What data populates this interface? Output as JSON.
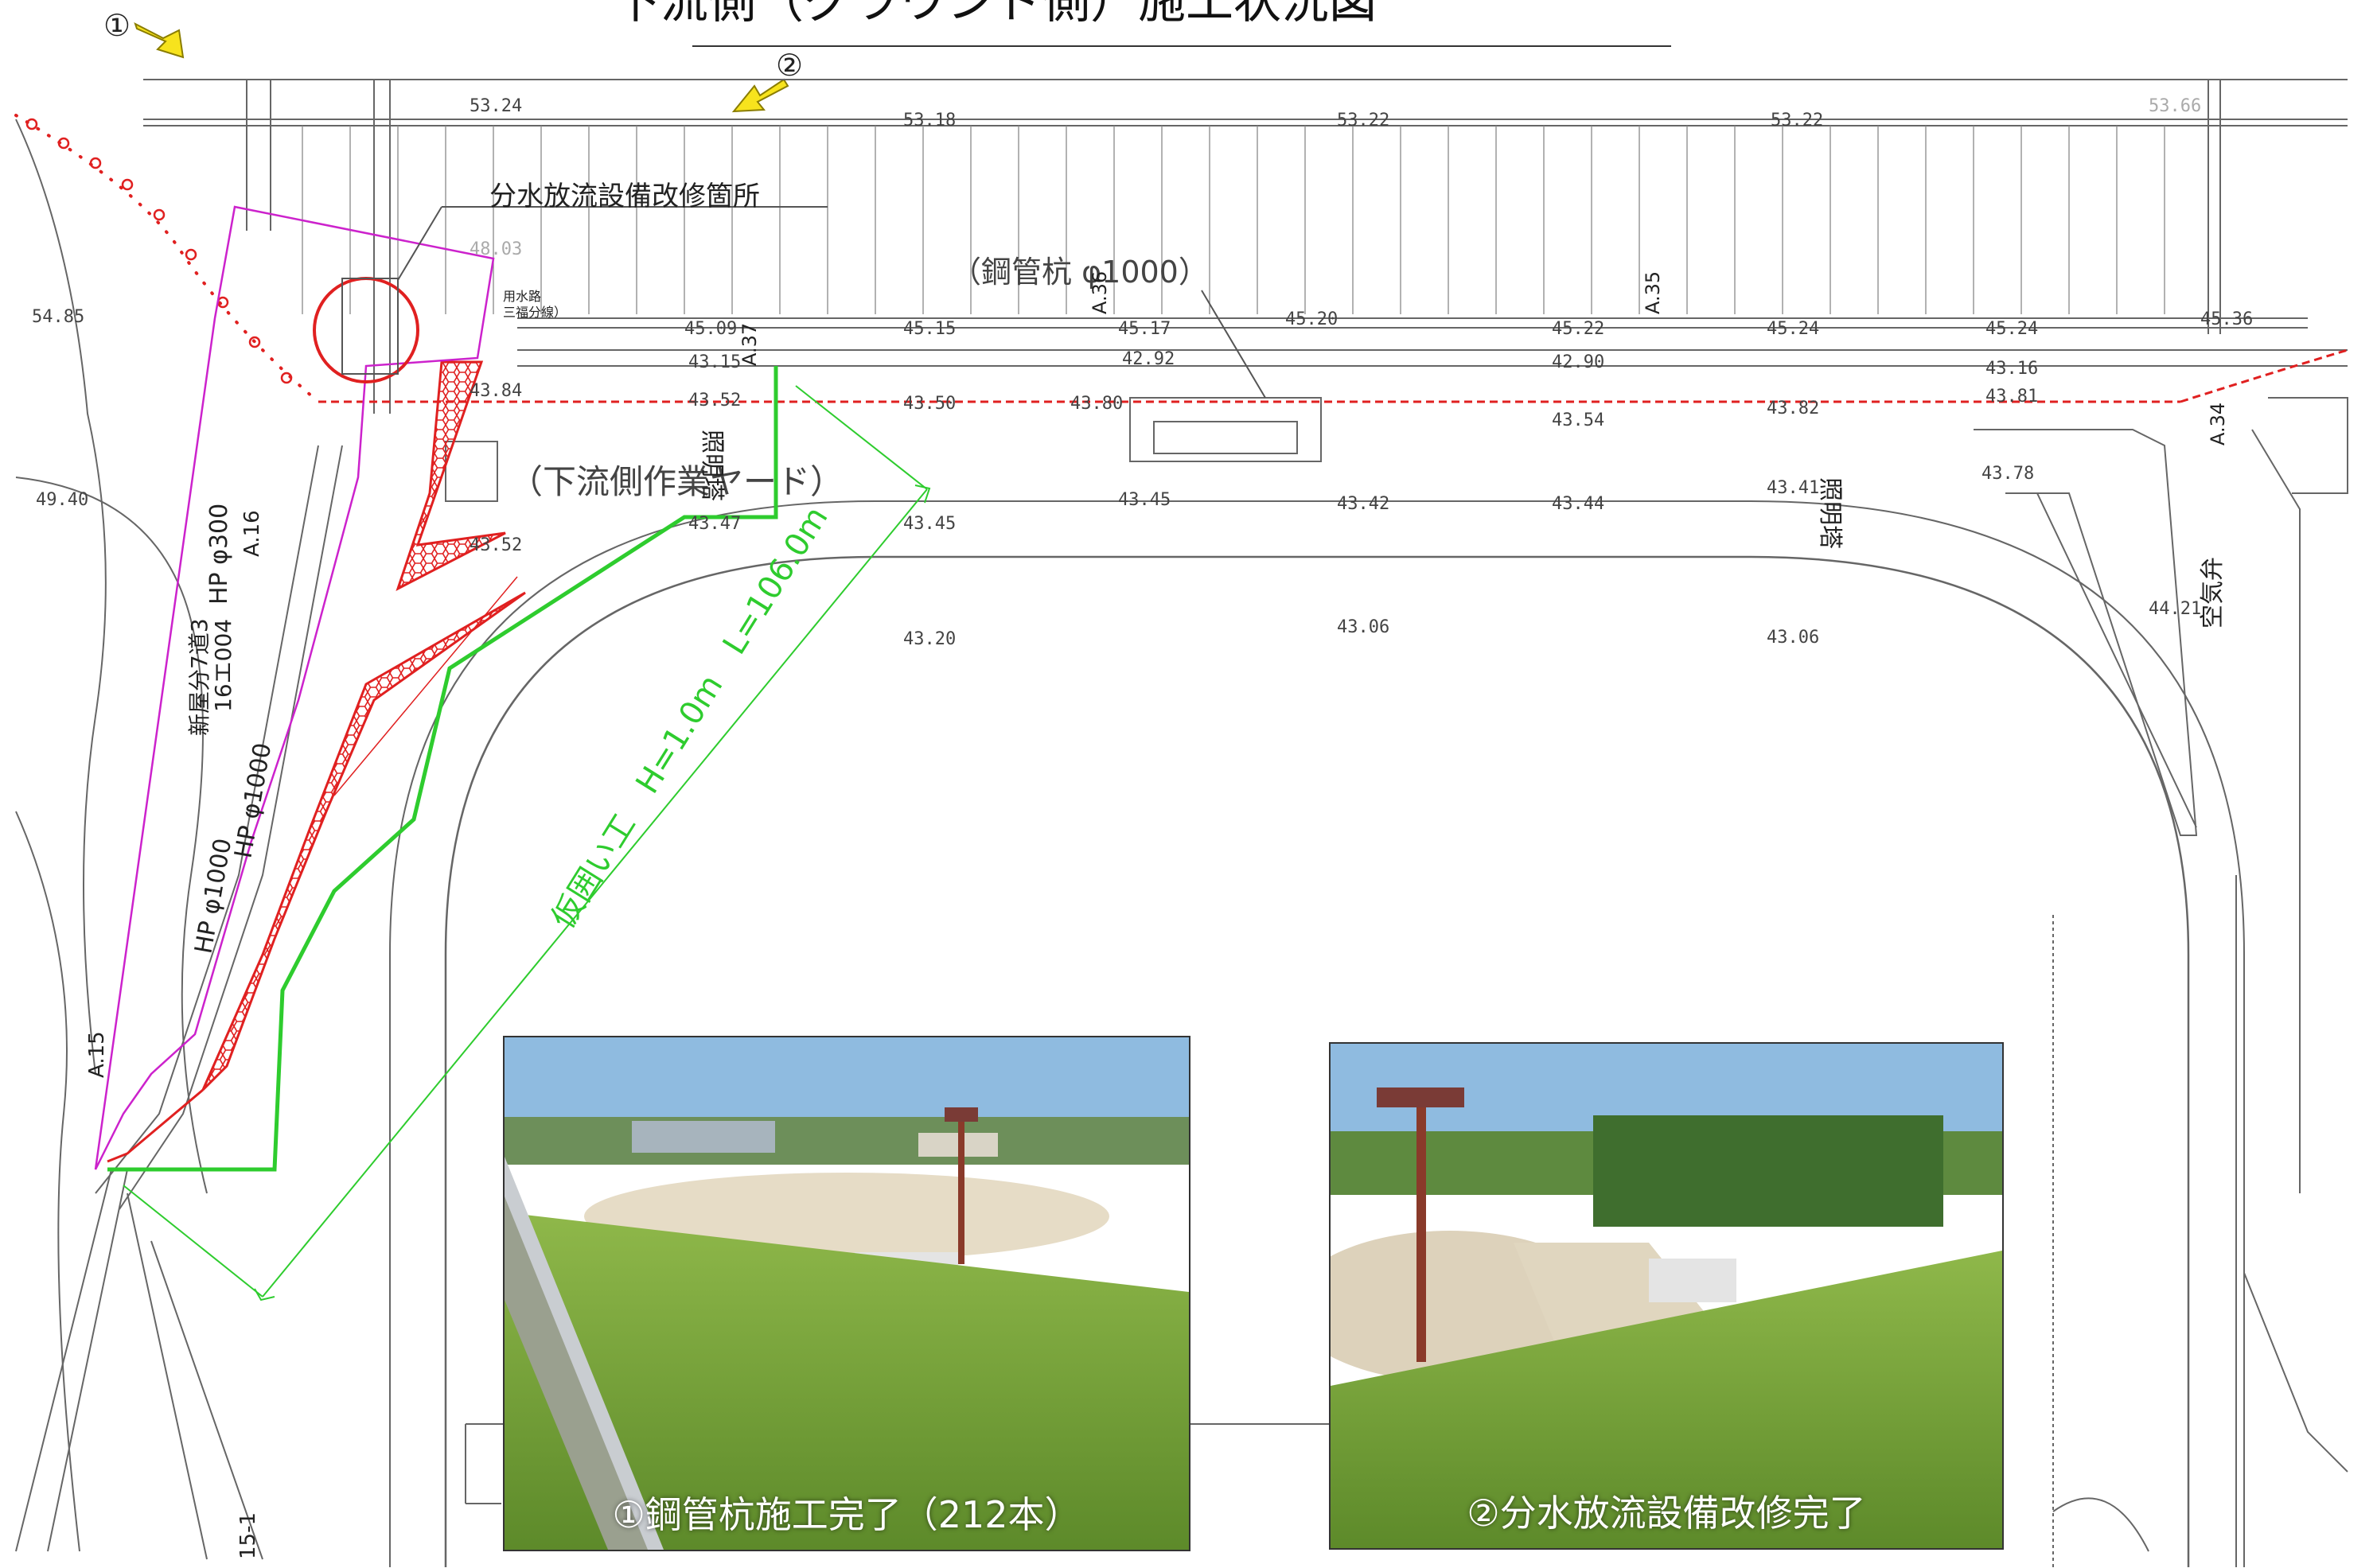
{
  "title": "下流側（グラウンド側）施工状況図",
  "markers": {
    "m1": "①",
    "m2": "②"
  },
  "labels": {
    "repair_site": "分水放流設備改修箇所",
    "steel_pipe_pile": "（鋼管杭 φ1000）",
    "work_yard": "（下流側作業ヤード）",
    "temp_enclosure": "仮囲い工　H=1.0m　L=106.0m",
    "irrigation": "用水路",
    "irrigation_sub": "三福分線）",
    "lighting_tower_a": "照明塔",
    "lighting_tower_b": "照明塔",
    "air_valve": "空気弁",
    "hp300": "HP φ300",
    "hp1000_a": "HP φ1000",
    "hp1000_b": "HP φ1000",
    "a16": "A.16",
    "a15": "A.15",
    "a151": "15-1",
    "a37": "A.37",
    "a36": "A.36",
    "a35": "A.35",
    "a34": "A.34",
    "branch_a": "新屋分7道3",
    "branch_b": "16エ004"
  },
  "elevations": {
    "e1": "53.24",
    "e2": "53.18",
    "e3": "53.22",
    "e4": "53.22",
    "e5": "53.66",
    "e6": "54.85",
    "e7": "48.03",
    "e8": "45.09",
    "e9": "45.15",
    "e10": "45.17",
    "e11": "45.20",
    "e12": "45.22",
    "e13": "45.24",
    "e14": "45.24",
    "e15": "45.36",
    "e16": "43.15",
    "e17": "42.92",
    "e18": "42.90",
    "e19": "43.16",
    "e20": "43.84",
    "e21": "43.52",
    "e22": "43.50",
    "e23": "43.80",
    "e24": "43.54",
    "e25": "43.82",
    "e26": "43.81",
    "e27": "49.40",
    "e28": "43.52",
    "e29": "43.47",
    "e30": "43.45",
    "e31": "43.45",
    "e32": "43.42",
    "e33": "43.44",
    "e34": "43.41",
    "e35": "43.78",
    "e36": "44.21",
    "e37": "43.20",
    "e38": "43.06",
    "e39": "43.06"
  },
  "photos": {
    "p1_caption": "①鋼管杭施工完了（212本）",
    "p2_caption": "②分水放流設備改修完了"
  },
  "colors": {
    "pile_line": "#e02020",
    "enclosure": "#2ecc2e",
    "work_area": "#cc22cc",
    "arrow": "#f7e31d",
    "drawing": "#555555"
  }
}
